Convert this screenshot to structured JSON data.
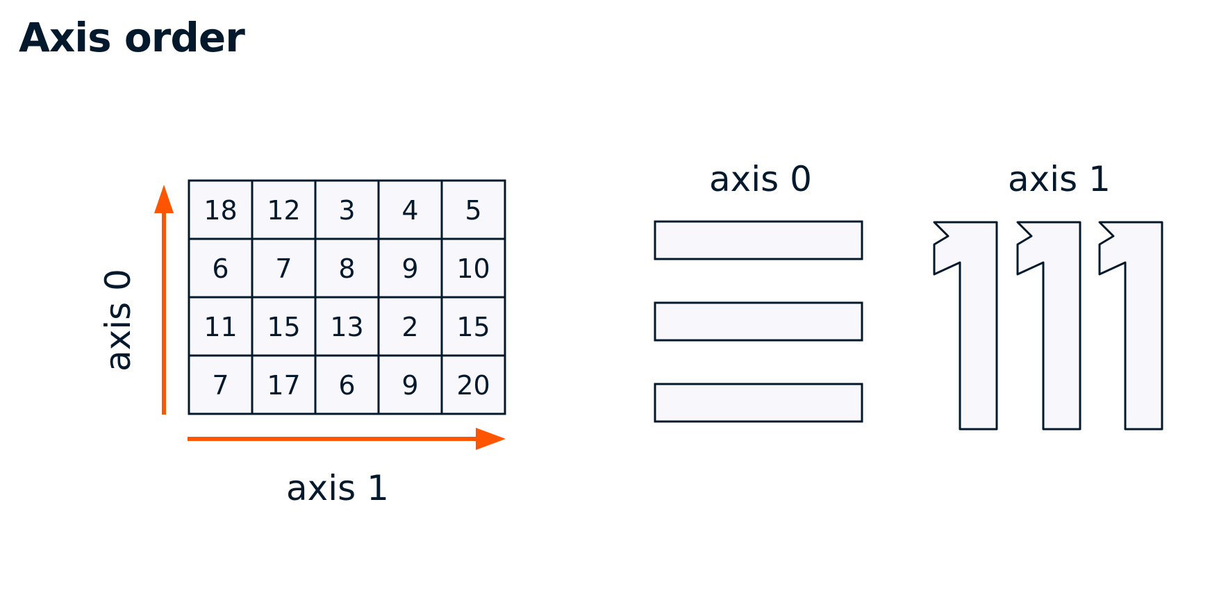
{
  "title": "Axis order",
  "colors": {
    "ink": "#05192d",
    "cell_fill": "#f7f7fc",
    "arrow": "#ff5400"
  },
  "grid": {
    "rows": [
      [
        "18",
        "12",
        "3",
        "4",
        "5"
      ],
      [
        "6",
        "7",
        "8",
        "9",
        "10"
      ],
      [
        "11",
        "15",
        "13",
        "2",
        "15"
      ],
      [
        "7",
        "17",
        "6",
        "9",
        "20"
      ]
    ]
  },
  "labels": {
    "grid_vertical_axis": "axis 0",
    "grid_horizontal_axis": "axis 1",
    "bars_heading": "axis 0",
    "columns_heading": "axis 1"
  },
  "illustration": {
    "bar_count": 3,
    "digit_glyph": "1",
    "digit_count": 3
  }
}
